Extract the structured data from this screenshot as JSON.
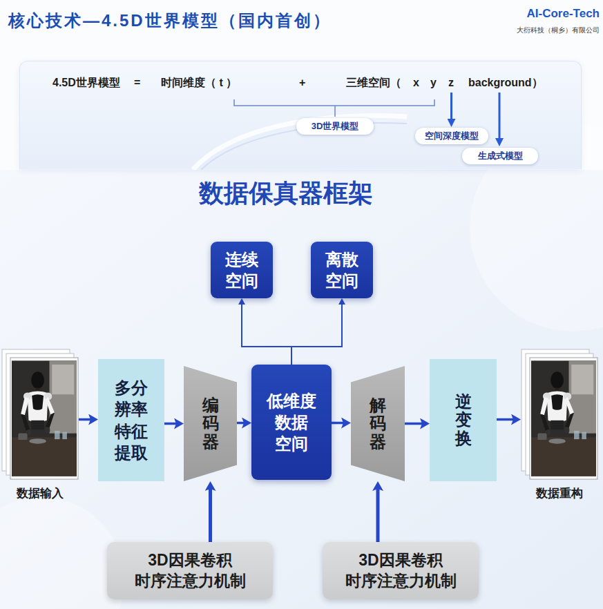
{
  "diagram": {
    "title": "核心技术—4.5D世界模型（国内首创）",
    "nodes": [
      {
        "text": [
          "4.5D世界模型",
          "=",
          "时间维度（ t ）",
          "+",
          "三维空间（",
          "x",
          "y",
          "z",
          "background）"
        ]
      },
      {
        "text": [
          "3D世界模型"
        ],
        "in": 0
      },
      {
        "text": [
          "空间深度模型"
        ],
        "in": 0
      },
      {
        "text": [
          "生成式模型"
        ],
        "in": 0
      },
      {
        "text": [
          "连续 空间"
        ]
      },
      {
        "text": [
          "离散 空间"
        ]
      },
      {
        "text": [
          "数据输入"
        ]
      },
      {
        "text": [
          "多分 辨率 特征 提取"
        ]
      },
      {
        "text": [
          "编码器"
        ]
      },
      {
        "text": [
          "低维度 数据 空间"
        ]
      },
      {
        "text": [
          "解码器"
        ]
      },
      {
        "text": [
          "逆变换"
        ]
      },
      {
        "text": [
          "数据重构"
        ]
      },
      {
        "text": [
          "3D因果卷积 时序注意力机制"
        ]
      },
      {
        "text": [
          "3D因果卷积 时序注意力机制"
        ]
      }
    ],
    "edges": [
      {
        "from": 6,
        "to": 7,
        "arrow": "to"
      },
      {
        "from": 7,
        "to": 8,
        "arrow": "to"
      },
      {
        "from": 8,
        "to": 9,
        "arrow": "to"
      },
      {
        "from": 9,
        "to": 10,
        "arrow": "to"
      },
      {
        "from": 10,
        "to": 11,
        "arrow": "to"
      },
      {
        "from": 11,
        "to": 12,
        "arrow": "to"
      },
      {
        "from": 9,
        "to": 4,
        "arrow": "to"
      },
      {
        "from": 9,
        "to": 5,
        "arrow": "to"
      },
      {
        "from": 13,
        "to": 8,
        "arrow": "to"
      },
      {
        "from": 14,
        "to": 10,
        "arrow": "to"
      }
    ],
    "labels": [
      "AI-Core-Tech",
      "大衍科技（桐乡）有限公司",
      "数据保真器框架"
    ]
  }
}
